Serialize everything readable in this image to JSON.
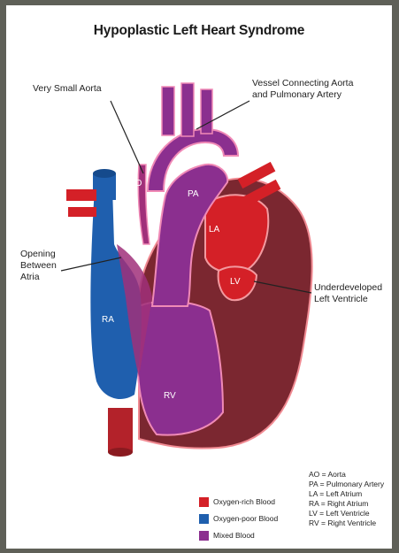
{
  "title": "Hypoplastic Left Heart Syndrome",
  "callouts": {
    "small_aorta": "Very Small Aorta",
    "vessel_line1": "Vessel Connecting Aorta",
    "vessel_line2": "and Pulmonary Artery",
    "opening_line1": "Opening",
    "opening_line2": "Between",
    "opening_line3": "Atria",
    "lv_line1": "Underdeveloped",
    "lv_line2": "Left Ventricle"
  },
  "chambers": {
    "ao": "AO",
    "pa": "PA",
    "la": "LA",
    "lv": "LV",
    "ra": "RA",
    "rv": "RV"
  },
  "legend": [
    {
      "label": "Oxygen-rich Blood",
      "color": "#d42027"
    },
    {
      "label": "Oxygen-poor Blood",
      "color": "#1f5fae"
    },
    {
      "label": "Mixed Blood",
      "color": "#8b2f8f"
    }
  ],
  "abbreviations": [
    "AO = Aorta",
    "PA = Pulmonary Artery",
    "LA = Left Atrium",
    "RA = Right Atrium",
    "LV = Left Ventricle",
    "RV = Right Ventricle"
  ]
}
